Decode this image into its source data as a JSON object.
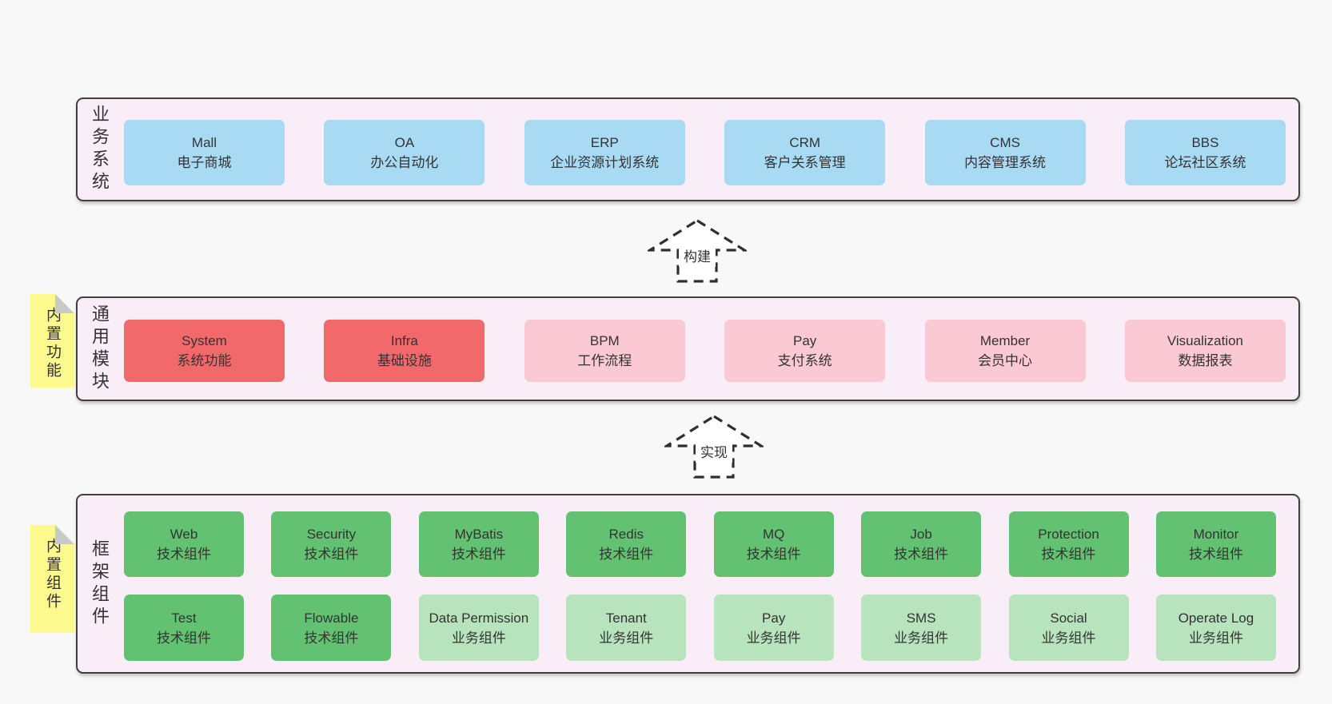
{
  "notes": {
    "modules": "内置功能",
    "components": "内置组件"
  },
  "arrows": {
    "build": "构建",
    "implement": "实现"
  },
  "sections": {
    "business": {
      "label": "业务系统",
      "boxes": [
        {
          "name": "Mall",
          "desc": "电子商城"
        },
        {
          "name": "OA",
          "desc": "办公自动化"
        },
        {
          "name": "ERP",
          "desc": "企业资源计划系统"
        },
        {
          "name": "CRM",
          "desc": "客户关系管理"
        },
        {
          "name": "CMS",
          "desc": "内容管理系统"
        },
        {
          "name": "BBS",
          "desc": "论坛社区系统"
        }
      ]
    },
    "modules": {
      "label": "通用模块",
      "boxes": [
        {
          "name": "System",
          "desc": "系统功能"
        },
        {
          "name": "Infra",
          "desc": "基础设施"
        },
        {
          "name": "BPM",
          "desc": "工作流程"
        },
        {
          "name": "Pay",
          "desc": "支付系统"
        },
        {
          "name": "Member",
          "desc": "会员中心"
        },
        {
          "name": "Visualization",
          "desc": "数据报表"
        }
      ]
    },
    "components": {
      "label": "框架组件",
      "row1": [
        {
          "name": "Web",
          "desc": "技术组件"
        },
        {
          "name": "Security",
          "desc": "技术组件"
        },
        {
          "name": "MyBatis",
          "desc": "技术组件"
        },
        {
          "name": "Redis",
          "desc": "技术组件"
        },
        {
          "name": "MQ",
          "desc": "技术组件"
        },
        {
          "name": "Job",
          "desc": "技术组件"
        },
        {
          "name": "Protection",
          "desc": "技术组件"
        },
        {
          "name": "Monitor",
          "desc": "技术组件"
        }
      ],
      "row2": [
        {
          "name": "Test",
          "desc": "技术组件"
        },
        {
          "name": "Flowable",
          "desc": "技术组件"
        },
        {
          "name": "Data Permission",
          "desc": "业务组件"
        },
        {
          "name": "Tenant",
          "desc": "业务组件"
        },
        {
          "name": "Pay",
          "desc": "业务组件"
        },
        {
          "name": "SMS",
          "desc": "业务组件"
        },
        {
          "name": "Social",
          "desc": "业务组件"
        },
        {
          "name": "Operate Log",
          "desc": "业务组件"
        }
      ]
    }
  },
  "colors": {
    "page_bg": "#f8f8f8",
    "panel_bg": "#f9eef7",
    "panel_border": "#3f3f3f",
    "business_box": "#a9daf4",
    "module_emphasis_box": "#f2696c",
    "module_box": "#fbc9d3",
    "tech_component_box": "#62c272",
    "biz_component_box": "#b7e4bc",
    "sticky_note": "#fcf98f",
    "sticky_fold": "#c9c9c9",
    "text": "#333333"
  }
}
